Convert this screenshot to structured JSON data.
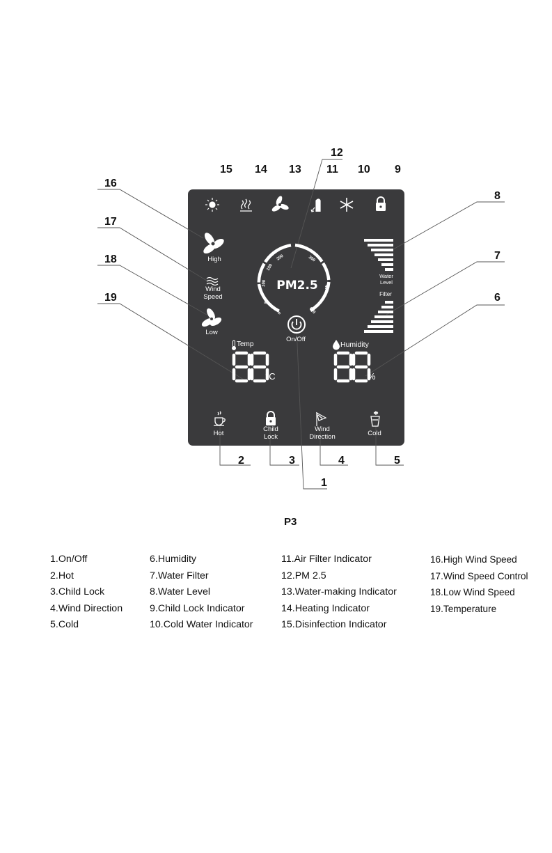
{
  "callouts": {
    "c1": "1",
    "c2": "2",
    "c3": "3",
    "c4": "4",
    "c5": "5",
    "c6": "6",
    "c7": "7",
    "c8": "8",
    "c9": "9",
    "c10": "10",
    "c11": "11",
    "c12": "12",
    "c13": "13",
    "c14": "14",
    "c15": "15",
    "c16": "16",
    "c17": "17",
    "c18": "18",
    "c19": "19"
  },
  "panel": {
    "background": "#3a3a3c",
    "high_label": "High",
    "wind_speed_label": [
      "Wind",
      "Speed"
    ],
    "low_label": "Low",
    "pm_label": "PM2.5",
    "scale_labels": [
      "0",
      "50",
      "100",
      "150",
      "200",
      "300",
      "400",
      "500"
    ],
    "onoff_label": "On/Off",
    "water_level_label": [
      "Water",
      "Level"
    ],
    "filter_label": "Filter",
    "temp_label": "Temp",
    "humidity_label": "Humidity",
    "temp_digits": "88",
    "temp_unit": "°C",
    "humidity_digits": "88",
    "humidity_unit": "%",
    "hot_label": "Hot",
    "child_lock_label": [
      "Child",
      "Lock"
    ],
    "wind_direction_label": [
      "Wind",
      "Direction"
    ],
    "cold_label": "Cold"
  },
  "caption": "P3",
  "legend": {
    "col1": [
      "1.On/Off",
      "2.Hot",
      "3.Child Lock",
      "4.Wind Direction",
      "5.Cold"
    ],
    "col2": [
      "6.Humidity",
      "7.Water Filter",
      "8.Water Level",
      "9.Child Lock Indicator",
      "10.Cold Water Indicator"
    ],
    "col3": [
      "11.Air Filter Indicator",
      "12.PM 2.5",
      "13.Water-making Indicator",
      "14.Heating Indicator",
      "15.Disinfection Indicator"
    ],
    "col4": [
      "16.High Wind Speed",
      "17.Wind Speed Control",
      "18.Low Wind Speed",
      "19.Temperature"
    ]
  },
  "icons": [
    "disinfection-icon",
    "heating-icon",
    "fan-icon",
    "air-filter-icon",
    "snowflake-icon",
    "lock-icon",
    "thermometer-icon",
    "water-drop-icon",
    "power-icon",
    "hot-cup-icon",
    "wind-direction-icon",
    "cold-cup-icon"
  ]
}
